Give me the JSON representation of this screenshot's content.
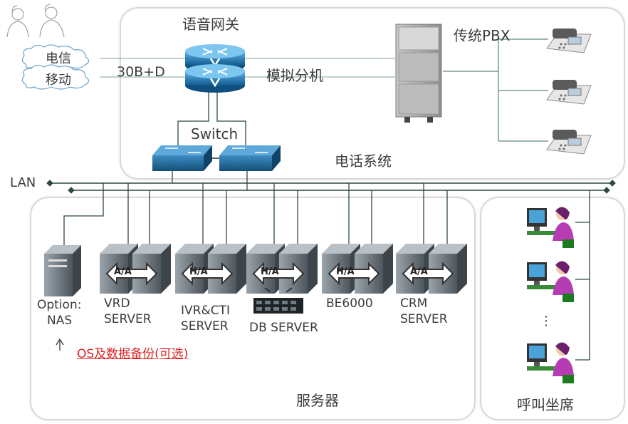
{
  "phone_system": {
    "voice_gateway_label": "语音网关",
    "legacy_pbx_label": "传统PBX",
    "trunk_label": "30B+D",
    "analog_ext_label": "模拟分机",
    "switch_label": "Switch",
    "section_label": "电话系统"
  },
  "carriers": [
    "电信",
    "移动"
  ],
  "lan_label": "LAN",
  "servers": {
    "section_label": "服务器",
    "nas": {
      "line1": "Option:",
      "line2": "NAS"
    },
    "items": [
      {
        "badge": "A/A",
        "line1": "VRD",
        "line2": "SERVER"
      },
      {
        "badge": "H/A",
        "line1": "IVR&CTI",
        "line2": "SERVER"
      },
      {
        "badge": "H/A",
        "line1": "DB SERVER",
        "line2": ""
      },
      {
        "badge": "H/A",
        "line1": "BE6000",
        "line2": ""
      },
      {
        "badge": "A/A",
        "line1": "CRM",
        "line2": "SERVER"
      }
    ],
    "backup_note": "OS及数据备份(可选)"
  },
  "agents": {
    "section_label": "呼叫坐席",
    "ellipsis": "⋮"
  },
  "colors": {
    "lan_line": "#2d4a3e",
    "router_blue": "#1f6fa8",
    "switch_blue": "#1a5f8f",
    "server_grey": "#6f7a82",
    "backup_red": "#dd2222",
    "panel_border": "#d8d8d8"
  }
}
